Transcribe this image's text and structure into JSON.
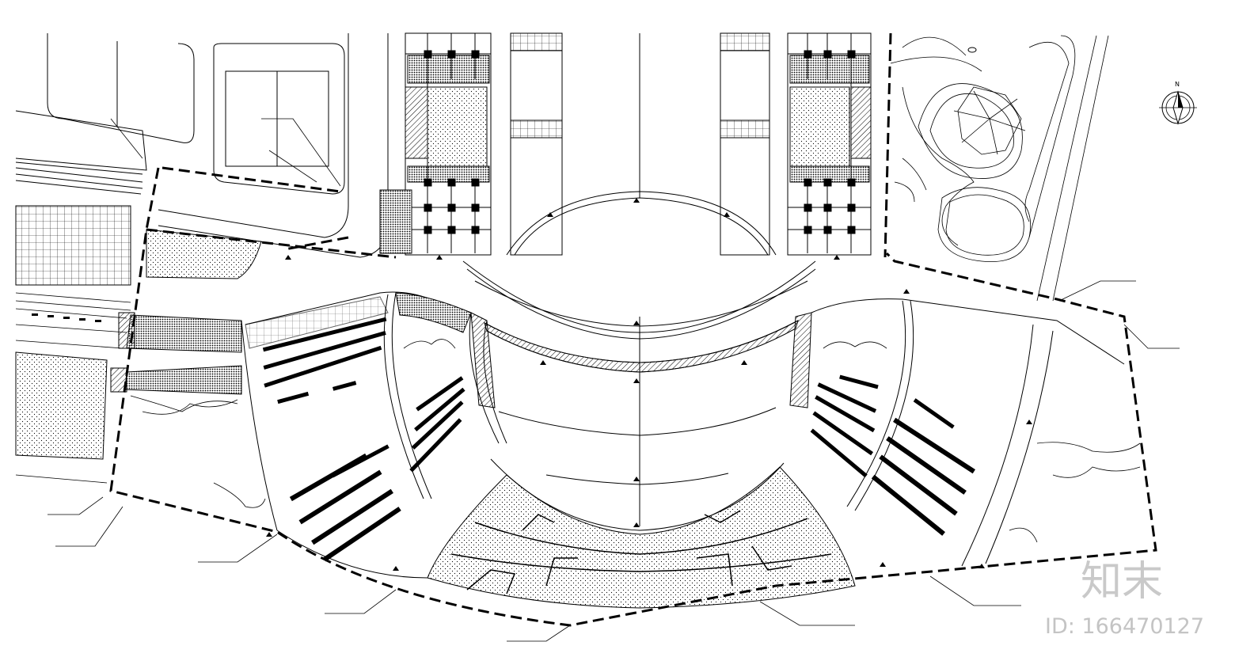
{
  "drawing": {
    "north_arrow_letter": "N",
    "line_color": "#000000",
    "background": "#ffffff",
    "watermark_color": "#c4c4c4"
  },
  "watermark": {
    "brand": "知末",
    "id_text": "ID: 166470127"
  }
}
